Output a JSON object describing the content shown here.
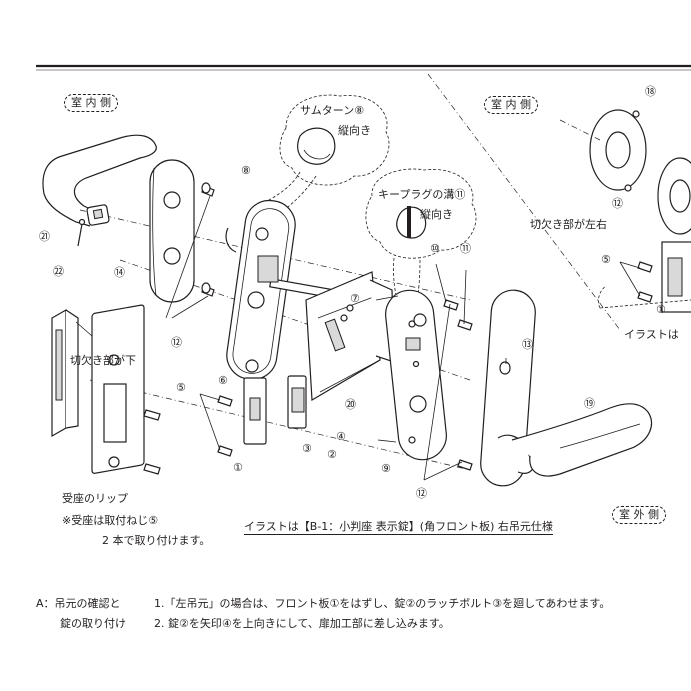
{
  "labels": {
    "room_inside_left": "室 内 側",
    "room_inside_right": "室 内 側",
    "room_outside": "室 外 側",
    "thumbturn": "サムターン⑧",
    "thumbturn_dir": "縦向き",
    "keyplug": "キープラグの溝⑪",
    "keyplug_dir": "縦向き",
    "notch_bottom": "切欠き部が下",
    "notch_side": "切欠き部が左右",
    "strike_lip": "受座のリップ",
    "strike_note_1": "※受座は取付ねじ⑤",
    "strike_note_2": "2 本で取り付けます。",
    "illustration_right_cut": "イラストは",
    "caption": "イラストは【B-1：小判座 表示錠】(角フロント板) 右吊元仕様"
  },
  "numbers": {
    "n1": "①",
    "n2": "②",
    "n3": "③",
    "n4": "④",
    "n5": "⑤",
    "n6": "⑥",
    "n7": "⑦",
    "n8": "⑧",
    "n9": "⑨",
    "n10": "⑩",
    "n11": "⑪",
    "n12": "⑫",
    "n13": "⑬",
    "n14": "⑭",
    "n18": "⑱",
    "n19": "⑲",
    "n20": "⑳",
    "n21": "㉑",
    "n22": "㉒"
  },
  "instructions": {
    "heading_1": "A：吊元の確認と",
    "heading_2": "錠の取り付け",
    "step_1": "1.「左吊元」の場合は、フロント板①をはずし、錠②のラッチボルト③を廻してあわせます。",
    "step_2": "2. 錠②を矢印④を上向きにして、扉加工部に差し込みます。"
  }
}
